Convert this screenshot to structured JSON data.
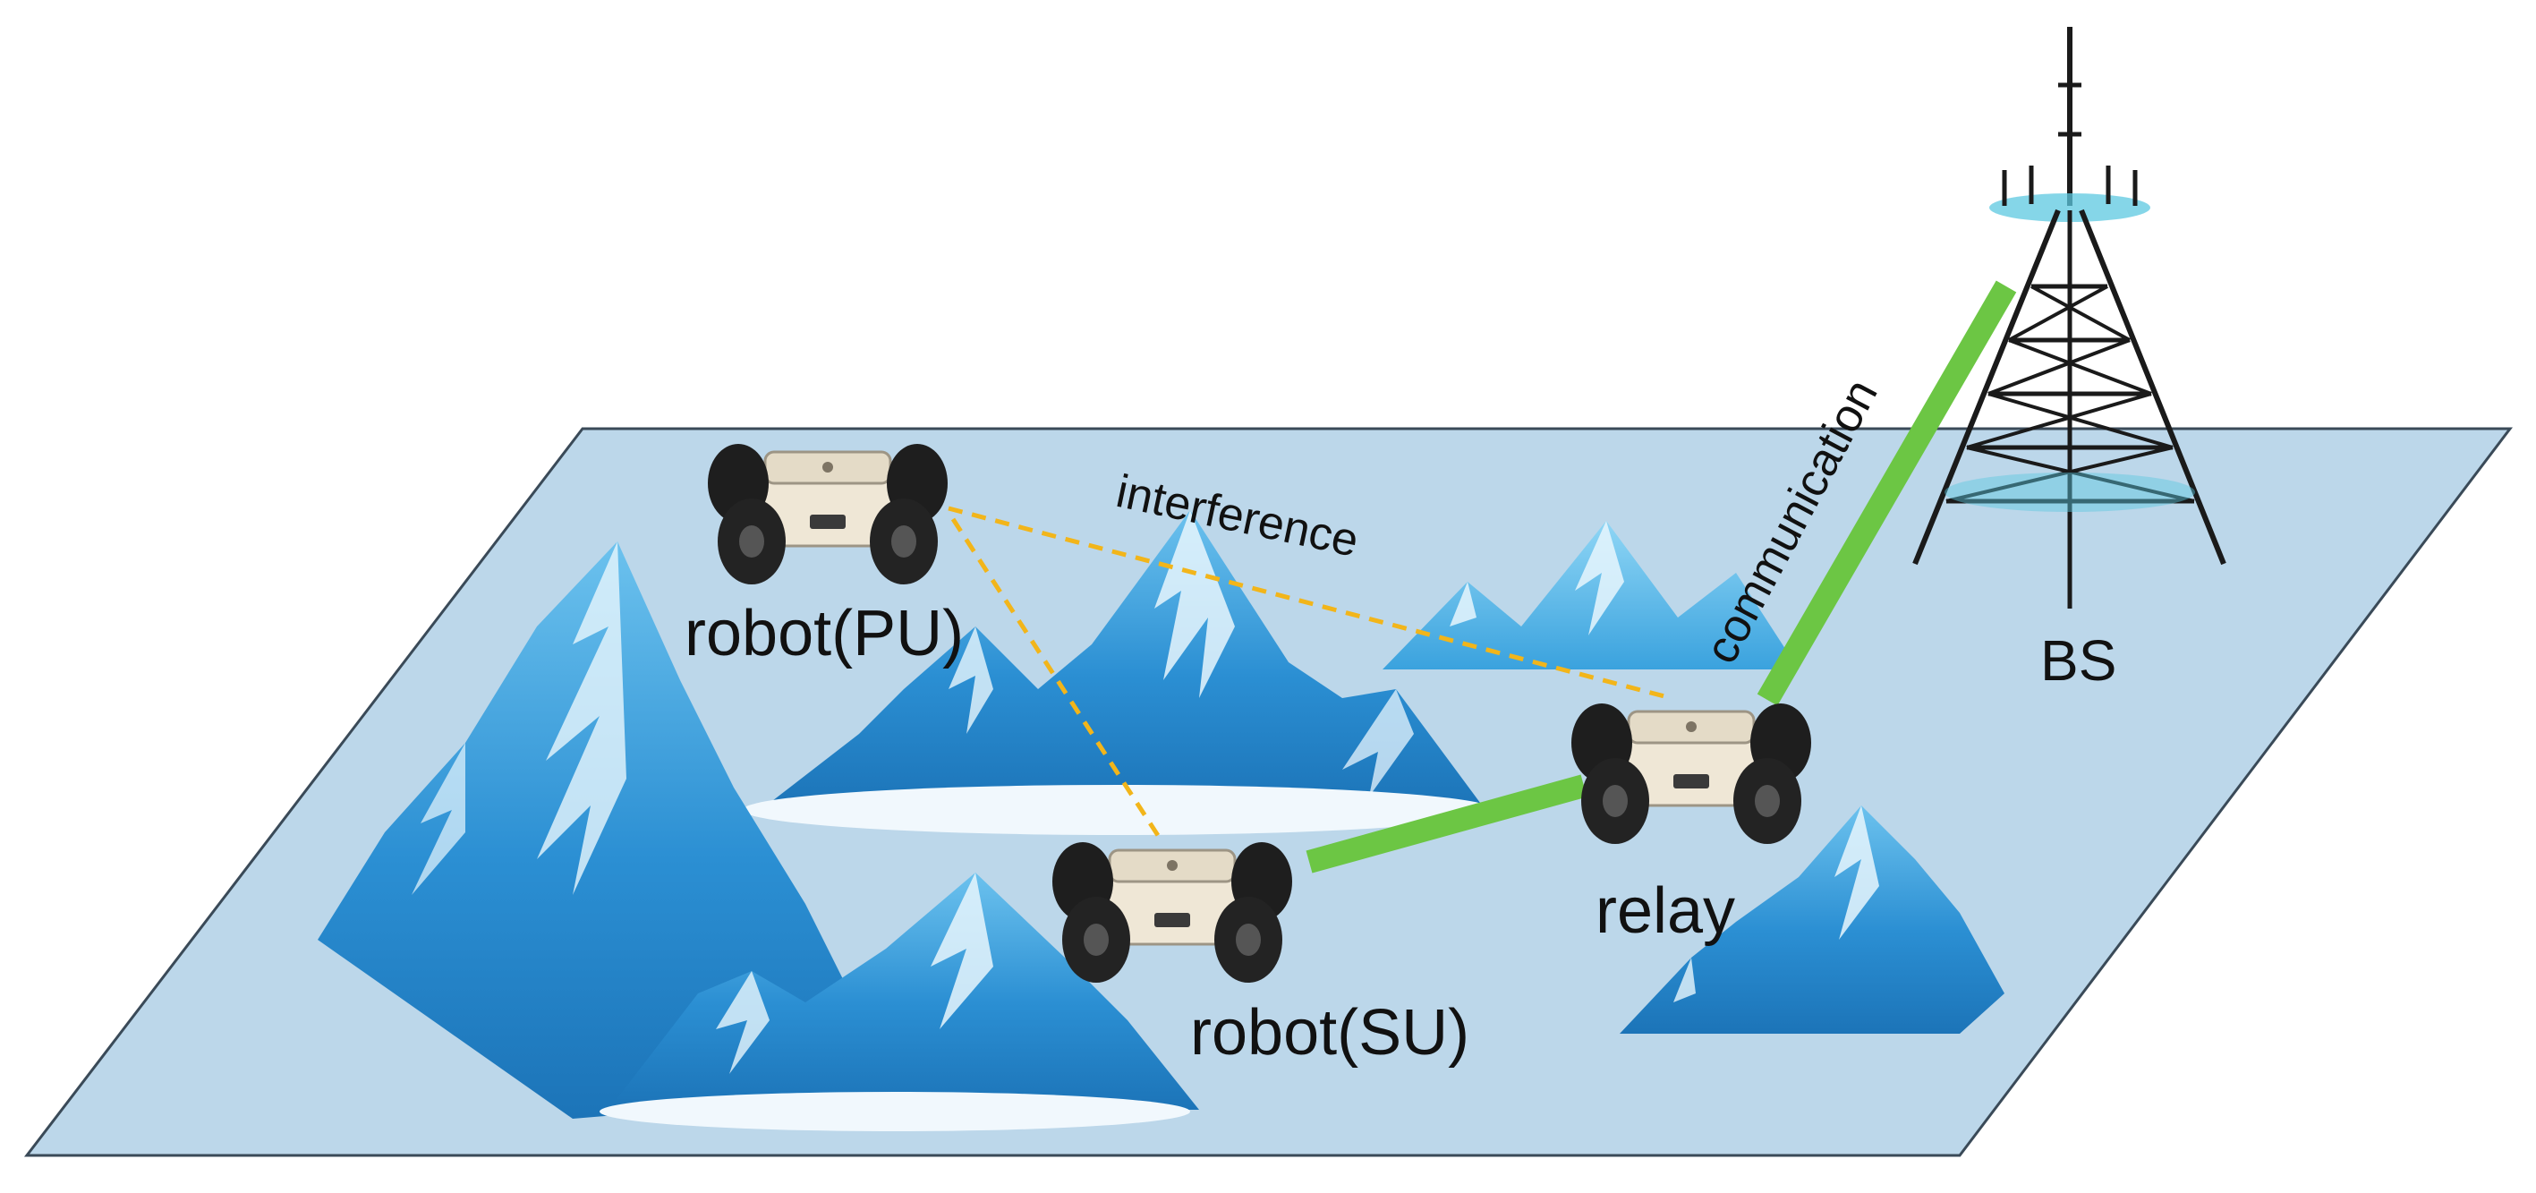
{
  "labels": {
    "robot_pu": "robot(PU)",
    "robot_su": "robot(SU)",
    "relay": "relay",
    "bs": "BS",
    "interference": "interference",
    "communication": "communication"
  },
  "colors": {
    "ground": "#bcd7ea",
    "ground_edge": "#3a4a58",
    "mountain_dark": "#1f7fc4",
    "mountain_mid": "#3aa0dd",
    "mountain_light": "#8fd0f2",
    "snow": "#e8f6fd",
    "interference_line": "#f2b51a",
    "communication_link": "#6cc644",
    "tower": "#1a1a1a",
    "tower_ring": "#5cc8e0"
  }
}
